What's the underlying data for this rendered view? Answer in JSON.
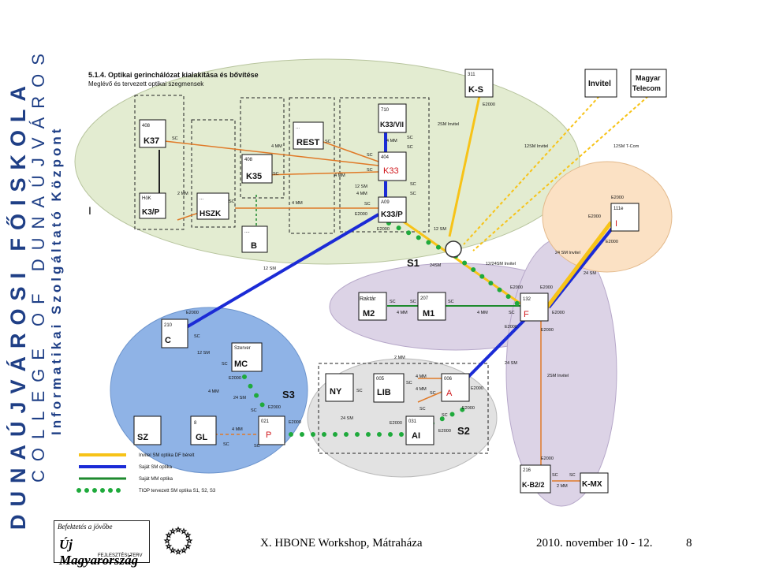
{
  "side_text": {
    "line1": "DUNAÚJVÁROSI FŐISKOLA",
    "line2": "COLLEGE OF DUNAÚJVÁROS",
    "line3": "Informatikai Szolgáltató Központ"
  },
  "diagram": {
    "section_title": "5.1.4. Optikai gerinchálózat kialakítása és bővítése",
    "section_subtitle": "Meglévő és tervezett optikai szegmensek",
    "region_label": "I",
    "nodes": {
      "k37": {
        "num": "408",
        "name": "K37"
      },
      "k3p": {
        "num": "HöK",
        "name": "K3/P"
      },
      "hszk": {
        "num": "...",
        "name": "HSZK"
      },
      "k35": {
        "num": "408",
        "name": "K35"
      },
      "b": {
        "num": "....",
        "name": "B"
      },
      "rest": {
        "num": "...",
        "name": "REST"
      },
      "k33vii": {
        "num": "710",
        "name": "K33/VII"
      },
      "k33": {
        "num": "404",
        "name": "K33"
      },
      "k33p": {
        "num": "A09",
        "name": "K33/P"
      },
      "ks": {
        "num": "311",
        "name": "K-S"
      },
      "invitel": {
        "name": "Invitel"
      },
      "telecom_l1": "Magyar",
      "telecom_l2": "Telecom",
      "i": {
        "num": "111e",
        "name": "I"
      },
      "raktar": {
        "name": "Raktár"
      },
      "m2": {
        "name": "M2"
      },
      "m1": {
        "num": "207",
        "name": "M1"
      },
      "f": {
        "num": "132",
        "name": "F"
      },
      "c": {
        "num": "210",
        "name": "C"
      },
      "mc": {
        "num": "Szerver",
        "name": "MC"
      },
      "sz": {
        "name": "SZ"
      },
      "gl": {
        "num": "8",
        "name": "GL"
      },
      "p": {
        "num": "021",
        "name": "P"
      },
      "ny": {
        "name": "NY"
      },
      "lib": {
        "num": "005",
        "name": "LIB"
      },
      "a": {
        "num": "006",
        "name": "A"
      },
      "ai": {
        "num": "031",
        "name": "AI"
      },
      "kb2": {
        "num": "216",
        "name": "K-B2/2"
      },
      "kmx": {
        "name": "K-MX"
      }
    },
    "segments": {
      "s1": "S1",
      "s2": "S2",
      "s3": "S3"
    },
    "labels": {
      "sc": "SC",
      "mm2": "2 MM",
      "mm4": "4 MM",
      "sm12": "12 SM",
      "sm24": "24 SM",
      "sm2": "2 SM",
      "sm2_invitel": "2SM Invitel",
      "sm12_invitel": "12SM Invitel",
      "sm12_tcom": "12SM T-Com",
      "sm24_invitel": "24 SM Invitel",
      "sm12_24_invitel": "12/24SM Invitel",
      "sm2_invitel_b": "2SM Invitel",
      "e2000": "E2000",
      "sm24c": "24SM"
    },
    "legend": [
      {
        "label": "Invitel SM optika DF bérelt",
        "color": "#f7c318"
      },
      {
        "label": "Saját SM optika",
        "color": "#1b2bd6"
      },
      {
        "label": "Saját MM optika",
        "color": "#1e8a2e"
      },
      {
        "label": "TIOP tervezett SM optika S1, S2, S3",
        "color": "#1faa3c"
      }
    ],
    "colors": {
      "invitel": "#f7c318",
      "own_sm": "#1b2bd6",
      "own_mm": "#1e8a2e",
      "planned": "#1faa3c",
      "copper": "#e07a28",
      "zone_green": "#e3ecd1",
      "zone_purple": "#dcd3e6",
      "zone_blue": "#8fb3e6",
      "zone_gray": "#e2e2e2",
      "zone_orange": "#fbe1c4"
    }
  },
  "footer": {
    "logo_small": "Befektetés a jövőbe",
    "logo_main": "Új Magyarország",
    "logo_sub": "FEJLESZTÉSI TERV",
    "title": "X. HBONE Workshop, Mátraháza",
    "date": "2010. november 10 - 12.",
    "page": "8"
  }
}
